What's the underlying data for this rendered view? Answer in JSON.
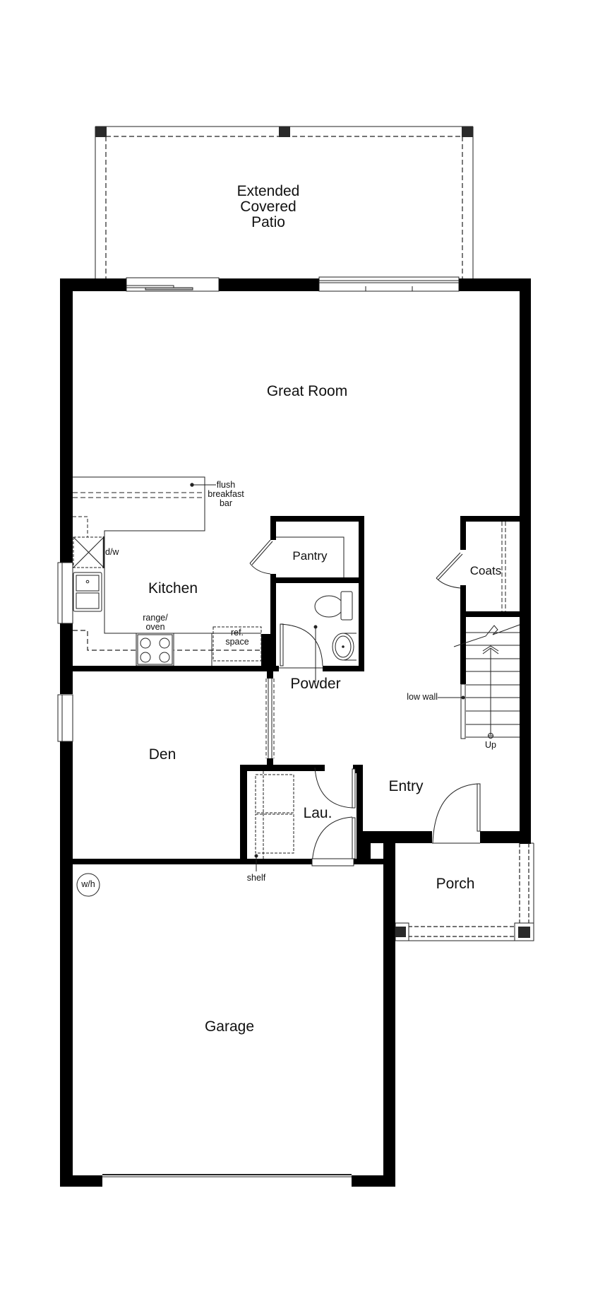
{
  "plan": {
    "type": "floor plan",
    "colors": {
      "wall": "#000000",
      "background": "#ffffff",
      "post": "#2a2a2a",
      "line": "#111111"
    },
    "rooms": {
      "patio": "Extended\nCovered\nPatio",
      "great_room": "Great Room",
      "kitchen": "Kitchen",
      "pantry": "Pantry",
      "powder": "Powder",
      "coats": "Coats",
      "den": "Den",
      "laundry": "Lau.",
      "entry": "Entry",
      "porch": "Porch",
      "garage": "Garage"
    },
    "notes": {
      "breakfast_bar": "flush\nbreakfast\nbar",
      "dishwasher": "d/w",
      "range": "range/\noven",
      "ref_space": "ref.\nspace",
      "low_wall": "low wall",
      "stairs_up": "Up",
      "shelf": "shelf",
      "water_heater": "w/h"
    }
  }
}
